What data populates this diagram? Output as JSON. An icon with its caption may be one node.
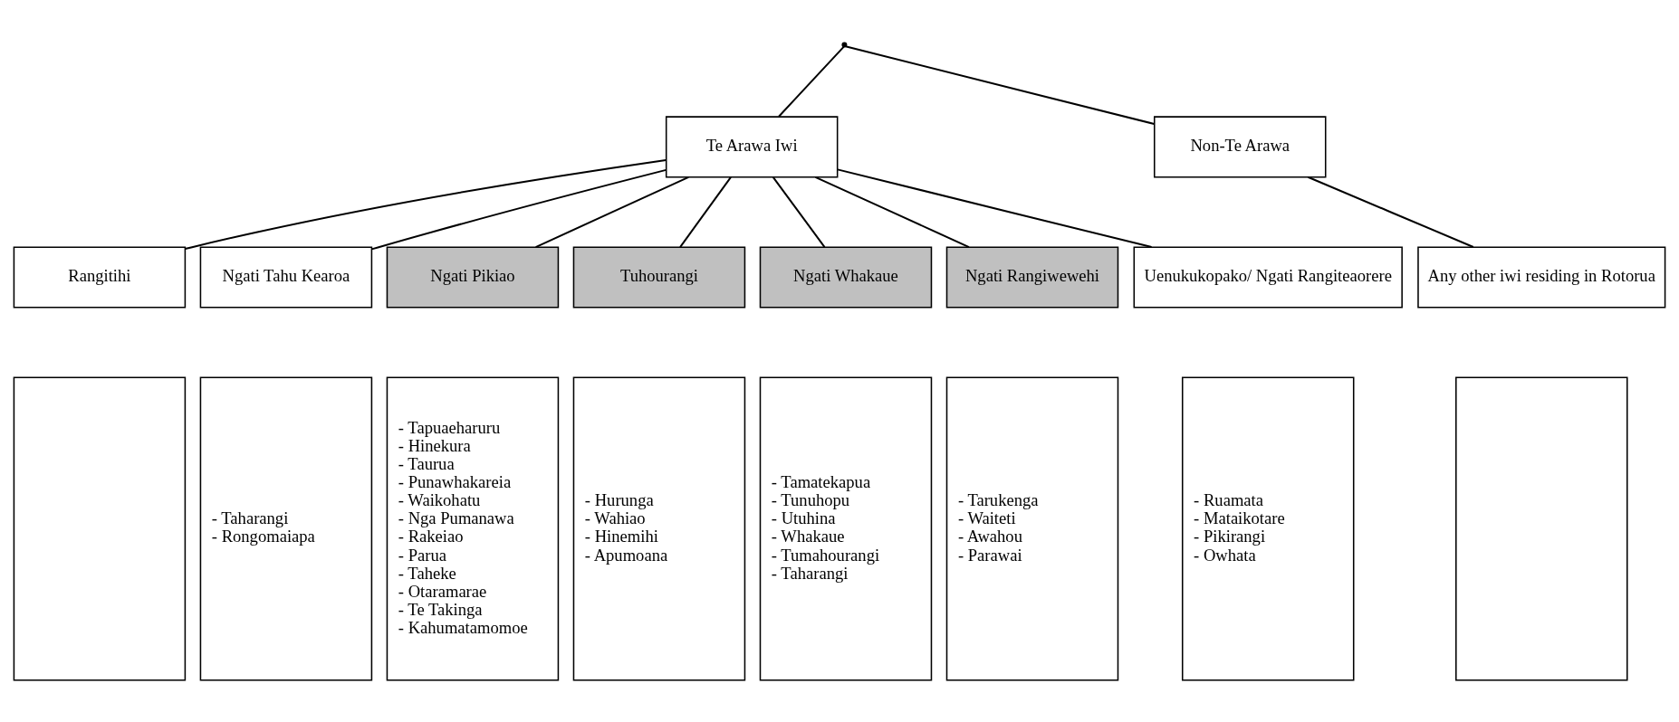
{
  "diagram": {
    "nodes": [
      {
        "text": [
          "Te Arawa Iwi"
        ]
      },
      {
        "text": [
          "Non-Te Arawa"
        ]
      },
      {
        "text": [
          "Rangitihi"
        ]
      },
      {
        "text": [
          "Ngati Tahu Kearoa"
        ]
      },
      {
        "text": [
          "Ngati Pikiao"
        ]
      },
      {
        "text": [
          "Tuhourangi"
        ]
      },
      {
        "text": [
          "Ngati Whakaue"
        ]
      },
      {
        "text": [
          "Ngati Rangiwewehi"
        ]
      },
      {
        "text": [
          "Uenukukopako/ Ngati Rangiteaorere"
        ]
      },
      {
        "text": [
          "Any other iwi residing in Rotorua"
        ]
      },
      {
        "text": [],
        "shape": "box"
      },
      {
        "text": [
          "- Taharangi",
          "- Rongomaiapa"
        ]
      },
      {
        "text": [
          "- Tapuaeharuru",
          "- Hinekura",
          "- Taurua",
          "- Punawhakareia",
          "- Waikohatu",
          "- Nga Pumanawa",
          "- Rakeiao",
          "- Parua",
          "- Taheke",
          "- Otaramarae",
          "- Te Takinga",
          "- Kahumatamomoe"
        ]
      },
      {
        "text": [
          "- Hurunga",
          "- Wahiao",
          "- Hinemihi",
          "- Apumoana"
        ]
      },
      {
        "text": [
          "- Tamatekapua",
          "- Tunuhopu",
          "- Utuhina",
          "- Whakaue",
          "- Tumahourangi",
          "- Taharangi"
        ]
      },
      {
        "text": [
          "- Tarukenga",
          "- Waiteti",
          "- Awahou",
          "- Parawai"
        ]
      },
      {
        "text": [
          "- Ruamata",
          "- Mataikotare",
          "- Pikirangi",
          "- Owhata"
        ]
      },
      {
        "text": [],
        "shape": "box"
      },
      {
        "text": [],
        "shape": "point"
      }
    ],
    "edges": [
      {
        "from": 18,
        "to": 0,
        "arrow": "none"
      },
      {
        "from": 18,
        "to": 1,
        "arrow": "none"
      },
      {
        "from": 0,
        "to": 2,
        "arrow": "none"
      },
      {
        "from": 0,
        "to": 3,
        "arrow": "none"
      },
      {
        "from": 0,
        "to": 4,
        "arrow": "none"
      },
      {
        "from": 0,
        "to": 5,
        "arrow": "none"
      },
      {
        "from": 0,
        "to": 6,
        "arrow": "none"
      },
      {
        "from": 0,
        "to": 7,
        "arrow": "none"
      },
      {
        "from": 0,
        "to": 8,
        "arrow": "none"
      },
      {
        "from": 1,
        "to": 9,
        "arrow": "none"
      }
    ]
  }
}
